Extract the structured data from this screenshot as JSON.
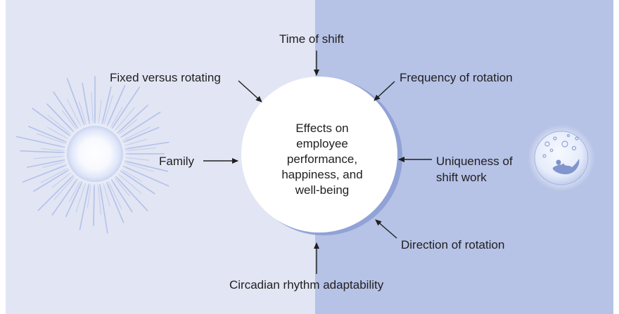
{
  "diagram": {
    "center": {
      "lines": [
        "Effects on",
        "employee",
        "performance,",
        "happiness, and",
        "well-being"
      ]
    },
    "factors": {
      "time_of_shift": "Time of shift",
      "fixed_vs_rotating": "Fixed versus rotating",
      "frequency_of_rotation": "Frequency of rotation",
      "family": "Family",
      "uniqueness_line1": "Uniqueness of",
      "uniqueness_line2": "shift work",
      "direction_of_rotation": "Direction of rotation",
      "circadian": "Circadian rhythm adaptability"
    },
    "icons": {
      "left": "sun-icon",
      "right": "moon-icon"
    },
    "colors": {
      "day_background": "#e2e5f3",
      "night_background": "#b6c2e6",
      "center_circle": "#ffffff",
      "arrow": "#1f1f1f"
    }
  }
}
